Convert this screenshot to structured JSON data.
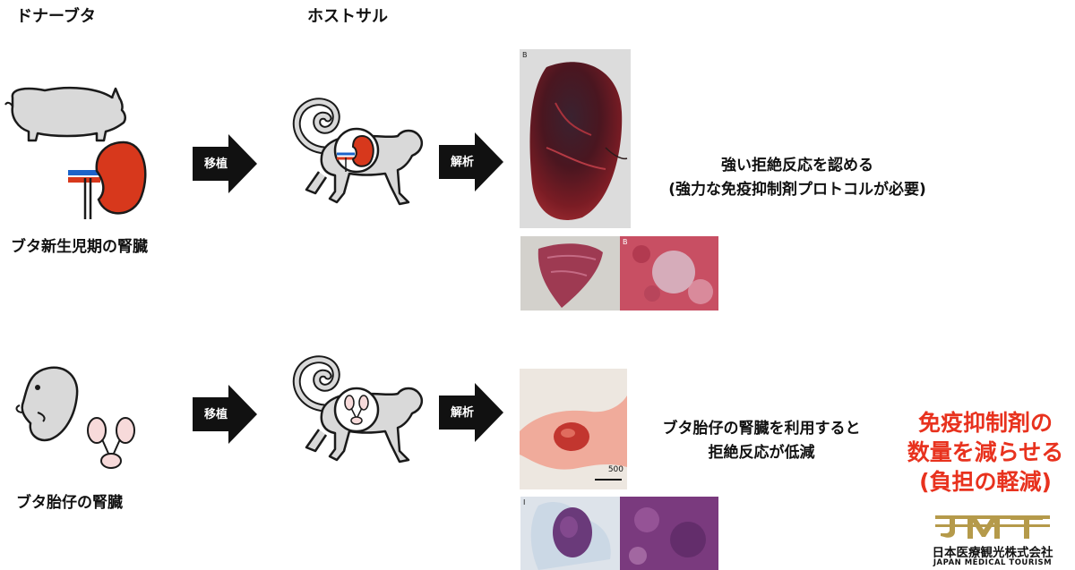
{
  "headers": {
    "donor": "ドナーブタ",
    "host": "ホストサル"
  },
  "arrows": {
    "transplant": "移植",
    "analysis": "解析"
  },
  "top_row": {
    "donor_label": "ブタ新生児期の腎臓",
    "result_line1": "強い拒絶反応を認める",
    "result_line2": "(強力な免疫抑制剤プロトコルが必要)",
    "photo_letter_main": "B",
    "photo_letter_small": "B"
  },
  "bottom_row": {
    "donor_label": "ブタ胎仔の腎臓",
    "result_line1": "ブタ胎仔の腎臓を利用すると",
    "result_line2": "拒絶反応が低減",
    "scale_bar": "500",
    "photo_letter_small": "I"
  },
  "conclusion": {
    "line1": "免疫抑制剤の",
    "line2": "数量を減らせる",
    "line3": "(負担の軽減)"
  },
  "logo": {
    "mark": "JMT",
    "company": "日本医療観光株式会社",
    "english": "JAPAN MEDICAL TOURISM"
  },
  "colors": {
    "arrow": "#111111",
    "kidney": "#d7381c",
    "accent_red": "#e8321e",
    "logo_gold": "#b59a4a"
  }
}
